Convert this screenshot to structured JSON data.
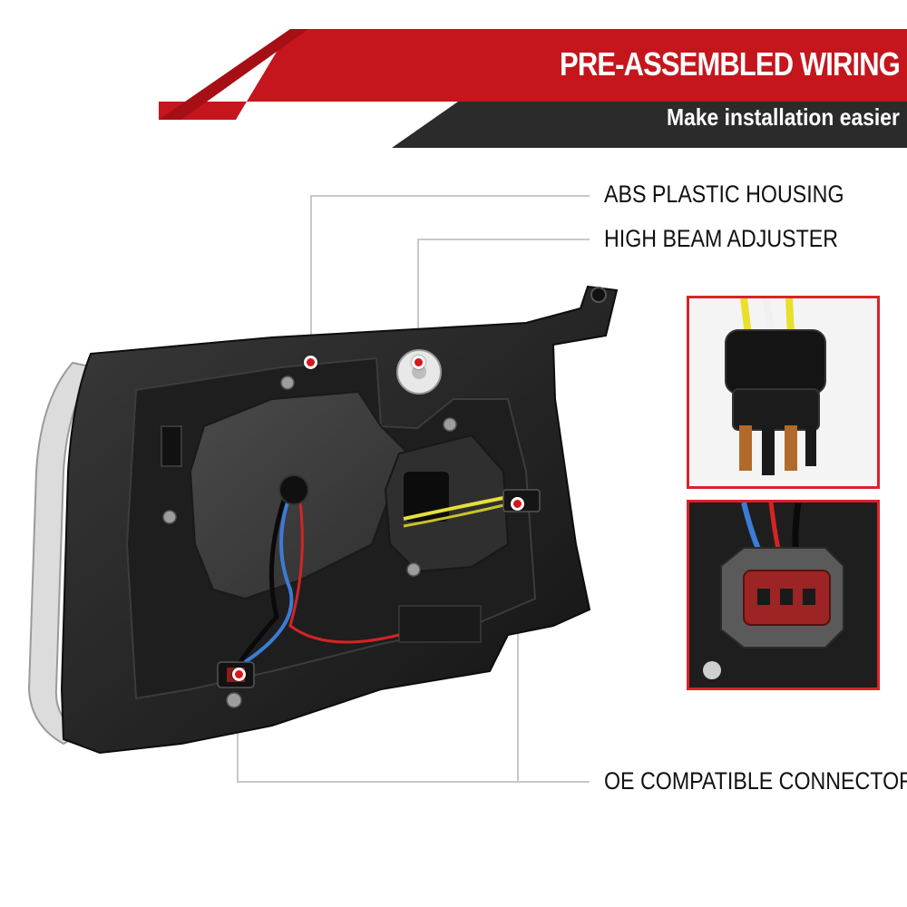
{
  "banner": {
    "title": "PRE-ASSEMBLED WIRING",
    "subtitle": "Make installation easier"
  },
  "callouts": [
    {
      "label": "ABS PLASTIC HOUSING"
    },
    {
      "label": "HIGH BEAM ADJUSTER"
    },
    {
      "label": "OE COMPATIBLE CONNECTORS"
    }
  ],
  "colors": {
    "banner_red": "#c4161c",
    "banner_dark": "#2b2b2b",
    "accent_red": "#d8232a",
    "leader_line": "#c8c8c8"
  }
}
